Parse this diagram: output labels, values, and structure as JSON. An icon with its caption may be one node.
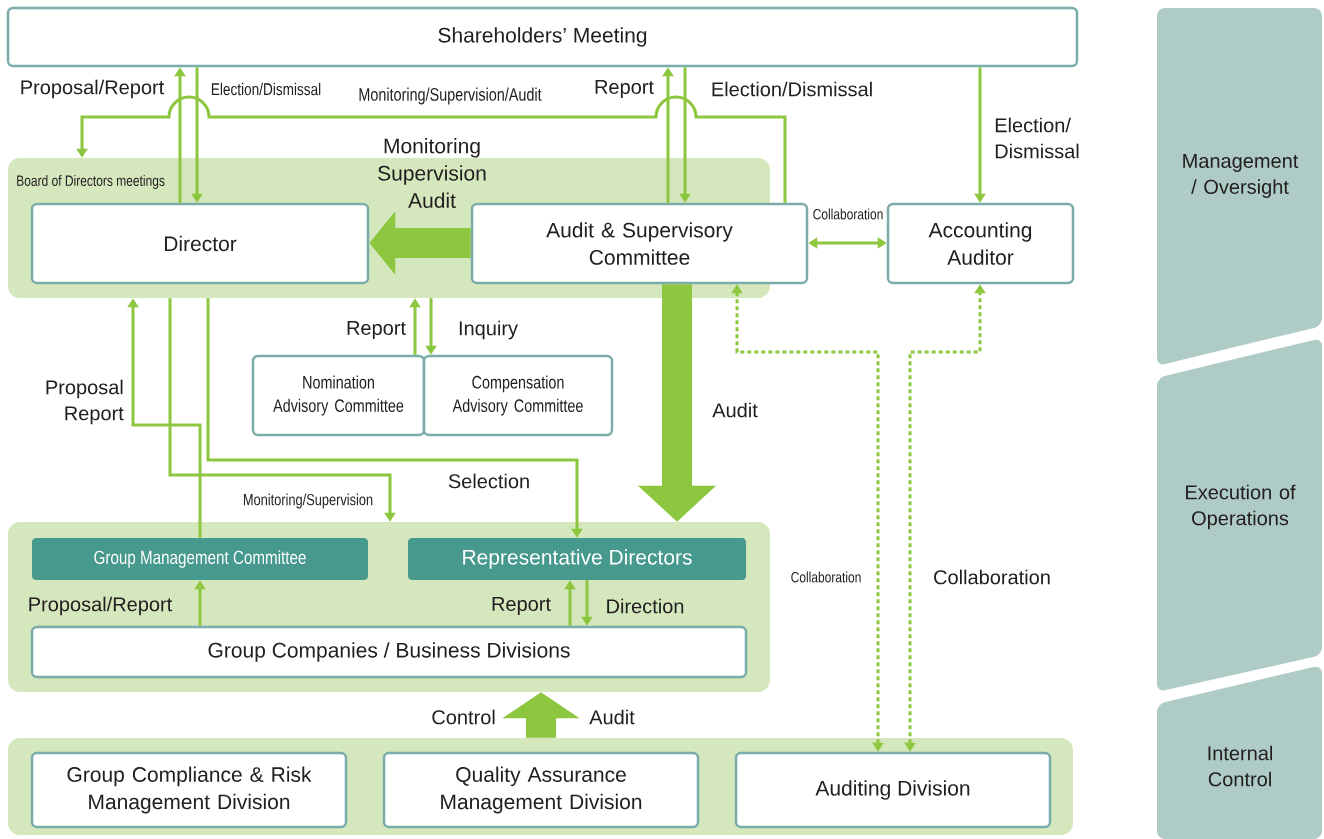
{
  "diagram": {
    "nodes": [
      {
        "text": [
          "Shareholders’ Meeting"
        ]
      },
      {
        "text": [
          "Board of Directors meetings"
        ]
      },
      {
        "text": [
          "Director"
        ],
        "in": 1
      },
      {
        "text": [
          "Audit & Supervisory Committee"
        ],
        "in": 1
      },
      {
        "text": [
          "Accounting Auditor"
        ]
      },
      {
        "text": [
          "Nomination Advisory Committee"
        ]
      },
      {
        "text": [
          "Compensation Advisory Committee"
        ]
      },
      {
        "text": [],
        "shape": "box"
      },
      {
        "text": [
          "Group Management Committee"
        ],
        "in": 7
      },
      {
        "text": [
          "Representative Directors"
        ],
        "in": 7
      },
      {
        "text": [
          "Group Companies / Business Divisions"
        ],
        "in": 7
      },
      {
        "text": [],
        "shape": "box"
      },
      {
        "text": [
          "Group Compliance & Risk Management Division"
        ],
        "in": 11
      },
      {
        "text": [
          "Quality Assurance Management Division"
        ],
        "in": 11
      },
      {
        "text": [
          "Auditing Division"
        ],
        "in": 11
      },
      {
        "text": [
          "Management / Oversight"
        ]
      },
      {
        "text": [
          "Execution of Operations"
        ]
      },
      {
        "text": [
          "Internal Control"
        ]
      }
    ],
    "edges": [
      {
        "from": 2,
        "to": 0,
        "arrow": "to",
        "label": "Proposal/Report"
      },
      {
        "from": 0,
        "to": 2,
        "arrow": "to",
        "label": "Election/Dismissal"
      },
      {
        "from": 3,
        "to": 1,
        "arrow": "to",
        "label": "Monitoring/Supervision/Audit"
      },
      {
        "from": 3,
        "to": 0,
        "arrow": "to",
        "label": "Report"
      },
      {
        "from": 0,
        "to": 3,
        "arrow": "to",
        "label": "Election/Dismissal"
      },
      {
        "from": 0,
        "to": 4,
        "arrow": "to",
        "label": "Election/ Dismissal"
      },
      {
        "from": 3,
        "to": 2,
        "arrow": "to",
        "label": "Monitoring Supervision Audit",
        "style": "thick"
      },
      {
        "from": 3,
        "to": 4,
        "arrow": "both",
        "label": "Collaboration"
      },
      {
        "from": 5,
        "to": 1,
        "arrow": "to",
        "label": "Report"
      },
      {
        "from": 1,
        "to": 6,
        "arrow": "to",
        "label": "Inquiry"
      },
      {
        "from": 8,
        "to": 1,
        "arrow": "to",
        "label": "Proposal Report"
      },
      {
        "from": 1,
        "to": 7,
        "arrow": "to",
        "label": "Monitoring/Supervision"
      },
      {
        "from": 1,
        "to": 9,
        "arrow": "to",
        "label": "Selection"
      },
      {
        "from": 3,
        "to": 7,
        "arrow": "to",
        "label": "Audit",
        "style": "thick"
      },
      {
        "from": 10,
        "to": 9,
        "arrow": "to",
        "label": "Report"
      },
      {
        "from": 9,
        "to": 10,
        "arrow": "to",
        "label": "Direction"
      },
      {
        "from": 10,
        "to": 8,
        "arrow": "to",
        "label": "Proposal/Report"
      },
      {
        "from": 11,
        "to": 7,
        "arrow": "to",
        "label": "Control",
        "style": "thick"
      },
      {
        "from": 14,
        "to": 3,
        "arrow": "both",
        "label": "Collaboration",
        "style": "dashed"
      },
      {
        "from": 14,
        "to": 4,
        "arrow": "both",
        "label": "Collaboration",
        "style": "dashed"
      }
    ],
    "labels": [
      "Audit"
    ]
  }
}
